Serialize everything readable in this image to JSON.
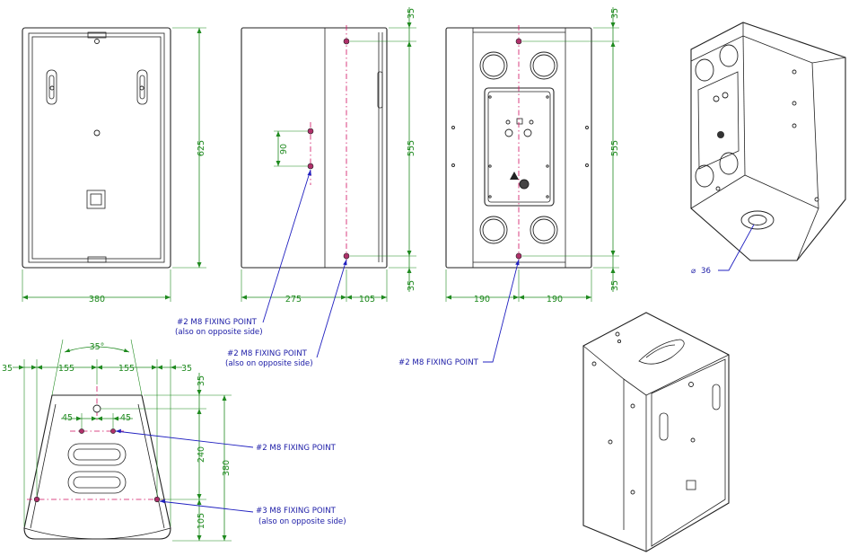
{
  "front_view": {
    "width": "380",
    "height": "625"
  },
  "side_view": {
    "depth": "275",
    "depth_rear": "105",
    "spacing": "90",
    "top": "35",
    "middle": "555",
    "bottom": "35"
  },
  "rear_view": {
    "left": "190",
    "right": "190",
    "top": "35",
    "middle": "555",
    "bottom": "35"
  },
  "top_view": {
    "angle": "35°",
    "left_outer": "35",
    "left_inner": "155",
    "right_inner": "155",
    "right_outer": "35",
    "hole_left": "45",
    "hole_right": "45",
    "top": "35",
    "middle": "240",
    "bottom": "105",
    "total": "380"
  },
  "pole_mount": {
    "symbol": "⌀",
    "value": "36"
  },
  "callouts": {
    "side_fixing": "#2 M8 FIXING POINT",
    "side_fixing_note": "(also on opposite side)",
    "side_fixing_2": "#2 M8 FIXING POINT",
    "side_fixing_2_note": "(also on opposite side)",
    "rear_fixing": "#2 M8 FIXING POINT",
    "top_fixing": "#2 M8 FIXING POINT",
    "top_fixing_3": "#3 M8 FIXING POINT",
    "top_fixing_3_note": "(also on opposite side)"
  },
  "colors": {
    "dimension": "#1f8a1f",
    "leader": "#1a1aa6",
    "centerline": "#d01060",
    "outline": "#222222"
  }
}
